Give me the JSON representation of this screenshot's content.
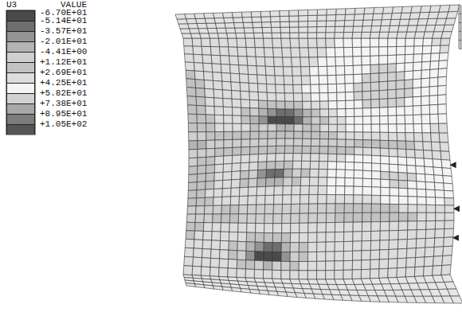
{
  "diagram": {
    "labels": [
      "U3",
      "VALUE"
    ],
    "legend": [
      {
        "text": "-6.70E+01",
        "color": "#4a4a4a"
      },
      {
        "text": "-5.14E+01",
        "color": "#6e6e6e"
      },
      {
        "text": "-3.57E+01",
        "color": "#939393"
      },
      {
        "text": "-2.01E+01",
        "color": "#b4b4b4"
      },
      {
        "text": "-4.41E+00",
        "color": "#cfcfcf"
      },
      {
        "text": "+1.12E+01",
        "color": "#c2c2c2"
      },
      {
        "text": "+2.69E+01",
        "color": "#dddddd"
      },
      {
        "text": "+4.25E+01",
        "color": "#f4f4f4"
      },
      {
        "text": "+5.82E+01",
        "color": "#d2d2d2"
      },
      {
        "text": "+7.38E+01",
        "color": "#a8a8a8"
      },
      {
        "text": "+8.95E+01",
        "color": "#7c7c7c"
      },
      {
        "text": "+1.05E+02",
        "color": "#555555"
      }
    ]
  }
}
